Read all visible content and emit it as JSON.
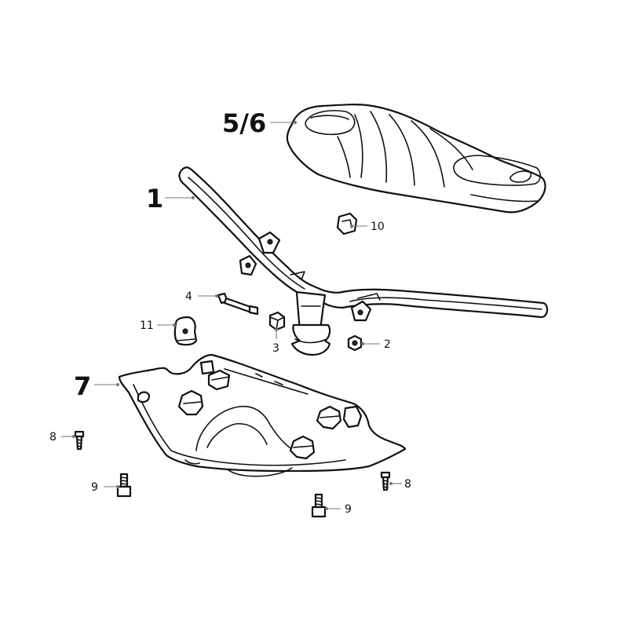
{
  "callouts": {
    "c56": "5/6",
    "c1": "1",
    "c10": "10",
    "c4": "4",
    "c11": "11",
    "c3": "3",
    "c2": "2",
    "c7": "7",
    "c8_left": "8",
    "c9_left": "9",
    "c8_right": "8",
    "c9_right": "9"
  }
}
